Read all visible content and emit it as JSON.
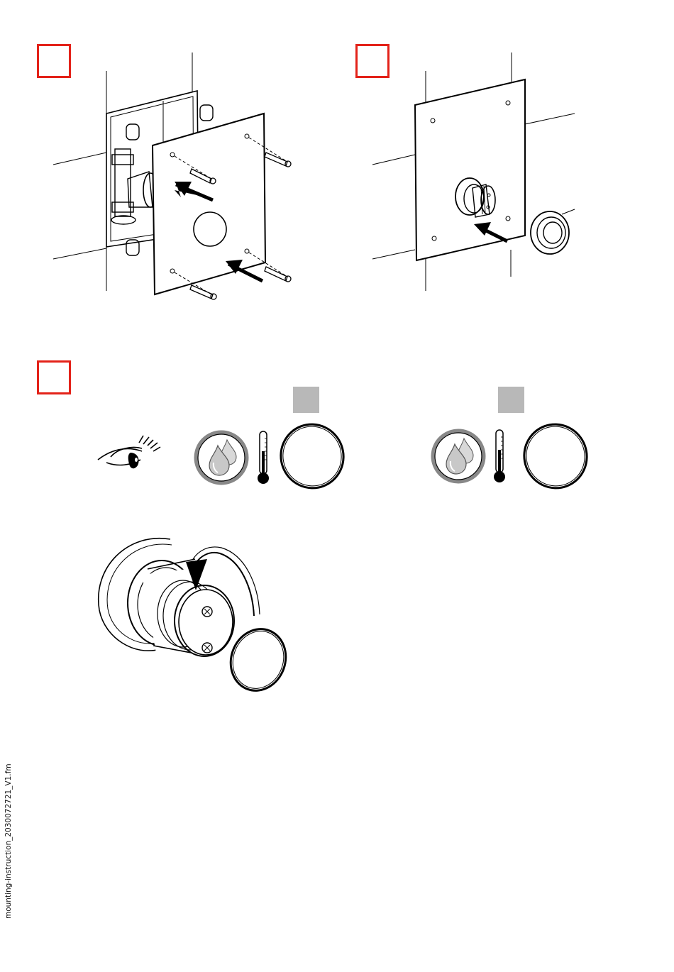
{
  "steps": [
    {
      "id": 1,
      "label": ""
    },
    {
      "id": 2,
      "label": ""
    },
    {
      "id": 3,
      "label": ""
    }
  ],
  "footer": {
    "filename": "mounting-instruction_2030072721_V1.fm"
  },
  "colors": {
    "step_border": "#e32219",
    "line": "#000000",
    "gray_marker": "#b8b8b8"
  },
  "icons": [
    "eye-icon",
    "water-drops-icon",
    "thermometer-icon",
    "o-ring-icon",
    "rotate-arrow-icon"
  ]
}
